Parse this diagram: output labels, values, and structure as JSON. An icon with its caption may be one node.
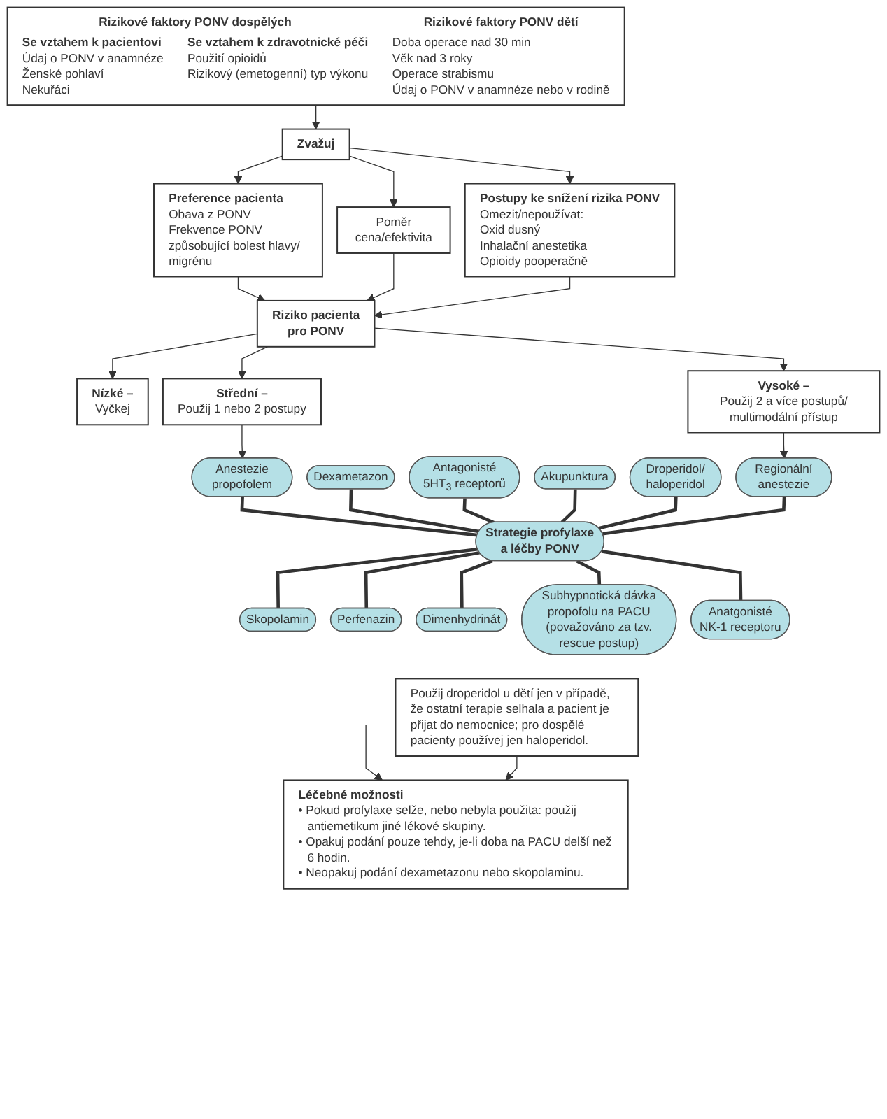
{
  "diagram": {
    "nodes": [
      {
        "text": [
          "Rizikové faktory PONV dospělých",
          "Se vztahem k pacientovi",
          "Údaj o PONV v anamnéze",
          "Ženské pohlaví",
          "Nekuřáci",
          "Se vztahem k zdravotnické péči",
          "Použití opioidů",
          "Rizikový (emetogenní) typ výkonu",
          "Rizikové faktory PONV dětí",
          "Doba operace nad 30 min",
          "Věk nad 3 roky",
          "Operace strabismu",
          "Údaj o PONV v anamnéze nebo v rodině"
        ]
      },
      {
        "text": [
          "Zvažuj"
        ]
      },
      {
        "text": [
          "Preference pacienta",
          "Obava z PONV",
          "Frekvence PONV způsobující bolest hlavy/ migrénu"
        ]
      },
      {
        "text": [
          "Poměr cena/efektivita"
        ]
      },
      {
        "text": [
          "Postupy ke snížení rizika PONV",
          "Omezit/nepoužívat:",
          "Oxid dusný",
          "Inhalační anestetika",
          "Opioidy pooperačně"
        ]
      },
      {
        "text": [
          "Riziko pacienta pro PONV"
        ]
      },
      {
        "text": [
          "Nízké –",
          "Vyčkej"
        ]
      },
      {
        "text": [
          "Střední –",
          "Použij 1 nebo 2 postupy"
        ]
      },
      {
        "text": [
          "Vysoké –",
          "Použij 2 a více postupů/ multimodální přístup"
        ]
      },
      {
        "text": [
          "Anestezie propofolem"
        ]
      },
      {
        "text": [
          "Dexametazon"
        ]
      },
      {
        "text": [
          "Regionální anestezie"
        ]
      },
      {
        "text": [
          "Antagonisté 5HT$_{3}$ receptorů"
        ]
      },
      {
        "text": [
          "Droperidol/ haloperidol"
        ]
      },
      {
        "text": [
          "Akupunktura"
        ]
      },
      {
        "text": [
          "Strategie profylaxe a léčby PONV"
        ]
      },
      {
        "text": [
          "Anatgonisté NK-1 receptoru"
        ]
      },
      {
        "text": [
          "Skopolamin"
        ]
      },
      {
        "text": [
          "Perfenazin"
        ]
      },
      {
        "text": [
          "Dimenhydrinát"
        ]
      },
      {
        "text": [
          "Subhypnotická dávka propofolu na PACU (považováno za tzv. rescue postup)"
        ]
      },
      {
        "text": [
          "Léčebné možnosti",
          "• Pokud profylaxe selže, nebo nebyla použita: použij antiemetikum jiné lékové skupiny.",
          "• Opakuj podání pouze tehdy, je-li doba na PACU delší než 6 hodin.",
          "• Neopakuj podání dexametazonu nebo skopolaminu."
        ]
      },
      {
        "text": [
          "Použij droperidol u dětí jen v případě, že ostatní terapie selhala a pacient je přijat do nemocnice; pro dospělé pacienty používej jen haloperidol."
        ]
      }
    ],
    "edges": [
      {
        "from": 0,
        "to": 1,
        "arrow": "to"
      },
      {
        "from": 1,
        "to": 2,
        "arrow": "to"
      },
      {
        "from": 1,
        "to": 3,
        "arrow": "to"
      },
      {
        "from": 1,
        "to": 4,
        "arrow": "to"
      },
      {
        "from": 2,
        "to": 5,
        "arrow": "to"
      },
      {
        "from": 3,
        "to": 5,
        "arrow": "to"
      },
      {
        "from": 4,
        "to": 5,
        "arrow": "to"
      },
      {
        "from": 5,
        "to": 6,
        "arrow": "to"
      },
      {
        "from": 5,
        "to": 7,
        "arrow": "to"
      },
      {
        "from": 5,
        "to": 8,
        "arrow": "to"
      },
      {
        "from": 7,
        "to": 9,
        "arrow": "to"
      },
      {
        "from": 8,
        "to": 11,
        "arrow": "to"
      },
      {
        "from": 15,
        "to": 9,
        "arrow": "none",
        "style": "thick"
      },
      {
        "from": 15,
        "to": 10,
        "arrow": "none",
        "style": "thick"
      },
      {
        "from": 15,
        "to": 12,
        "arrow": "none",
        "style": "thick"
      },
      {
        "from": 15,
        "to": 14,
        "arrow": "none",
        "style": "thick"
      },
      {
        "from": 15,
        "to": 17,
        "arrow": "none",
        "style": "thick"
      },
      {
        "from": 15,
        "to": 18,
        "arrow": "none",
        "style": "thick"
      },
      {
        "from": 15,
        "to": 19,
        "arrow": "none",
        "style": "thick"
      },
      {
        "from": 15,
        "to": 20,
        "arrow": "none",
        "style": "thick"
      },
      {
        "from": 15,
        "to": 16,
        "arrow": "none",
        "style": "thick"
      },
      {
        "from": 15,
        "to": 13,
        "arrow": "none",
        "style": "thick"
      },
      {
        "from": 15,
        "to": 11,
        "arrow": "none",
        "style": "thick"
      },
      {
        "from": null,
        "to": 21,
        "arrow": "to"
      },
      {
        "from": 22,
        "to": 21,
        "arrow": "to"
      }
    ]
  }
}
